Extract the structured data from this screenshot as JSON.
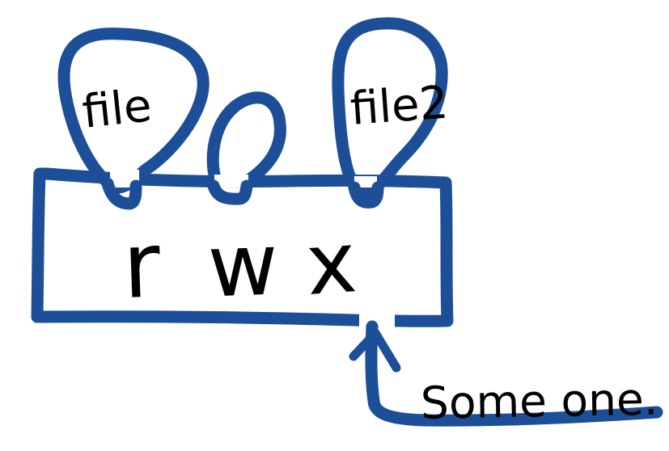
{
  "diagram": {
    "labels": {
      "file1": "file",
      "file2": "file2",
      "read": "r",
      "write": "w",
      "execute": "x",
      "actor": "Some one."
    },
    "colors": {
      "ink": "#1d4f99",
      "background": "#ffffff"
    },
    "icons": {
      "arrow": "up-arrow-icon"
    }
  }
}
